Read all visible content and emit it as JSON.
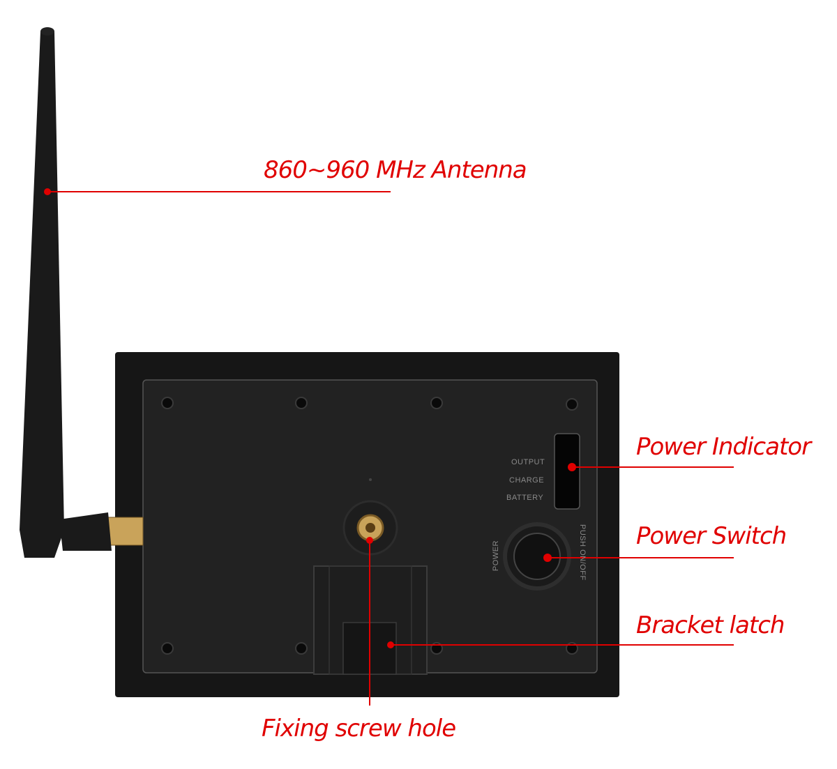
{
  "callouts": {
    "antenna": "860~960 MHz Antenna",
    "power_indicator": "Power Indicator",
    "power_switch": "Power Switch",
    "bracket_latch": "Bracket latch",
    "fixing_screw_hole": "Fixing screw hole"
  },
  "device_labels": {
    "output": "OUTPUT",
    "charge": "CHARGE",
    "battery": "BATTERY",
    "power": "POWER",
    "push_on_off": "PUSH ON/OFF"
  },
  "colors": {
    "accent": "#e00000",
    "device": "#1c1c1c"
  }
}
